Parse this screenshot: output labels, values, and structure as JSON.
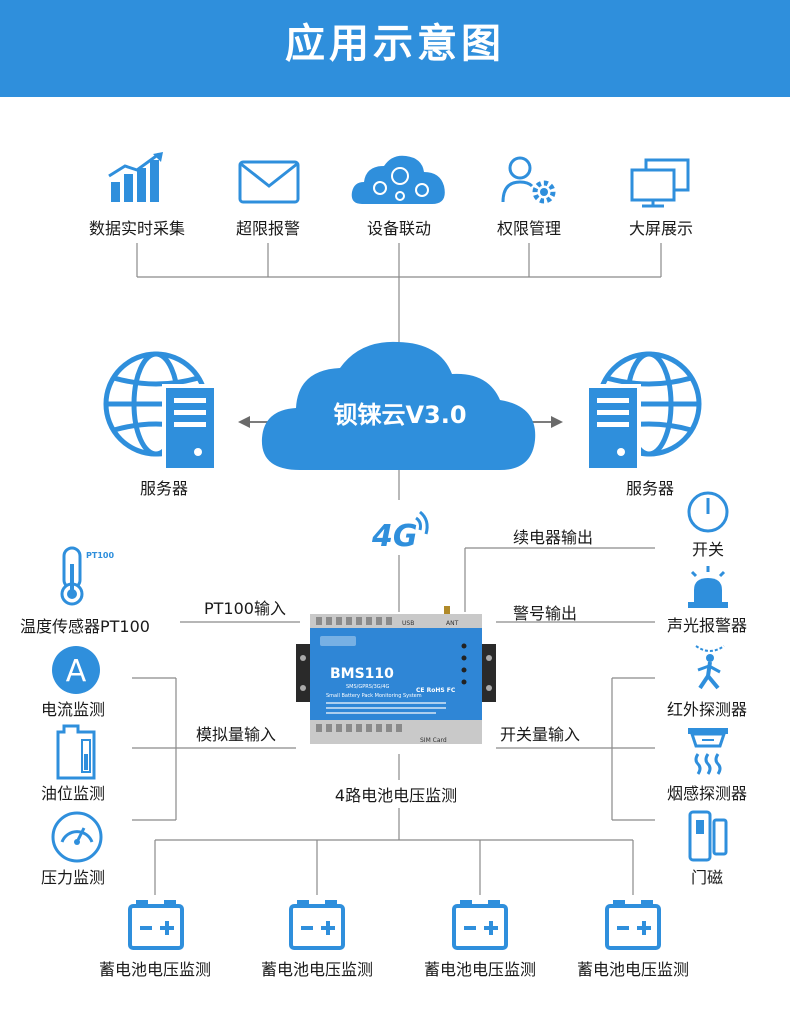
{
  "title": "应用示意图",
  "top_features": [
    {
      "label": "数据实时采集",
      "icon": "bar-chart-rising-icon"
    },
    {
      "label": "超限报警",
      "icon": "envelope-icon"
    },
    {
      "label": "设备联动",
      "icon": "gear-cloud-icon"
    },
    {
      "label": "权限管理",
      "icon": "user-gear-icon"
    },
    {
      "label": "大屏展示",
      "icon": "dual-monitor-icon"
    }
  ],
  "cloud": {
    "label": "钡铼云V3.0"
  },
  "servers": [
    {
      "label": "服务器"
    },
    {
      "label": "服务器"
    }
  ],
  "network": {
    "label": "4G"
  },
  "device": {
    "model": "BMS110",
    "subtitle": "SMS/GPRS/3G/4G",
    "name": "Small Battery Pack Monitoring System",
    "usb": "USB",
    "ant": "ANT",
    "sim": "SIM Card",
    "cert": "CE RoHS FC"
  },
  "left_inputs": [
    {
      "label": "温度传感器PT100",
      "icon": "thermometer-icon",
      "tag": "PT100"
    },
    {
      "label": "电流监测",
      "icon": "ammeter-icon",
      "letter": "A"
    },
    {
      "label": "油位监测",
      "icon": "oil-tank-icon"
    },
    {
      "label": "压力监测",
      "icon": "pressure-gauge-icon"
    }
  ],
  "right_outputs": [
    {
      "label": "开关",
      "icon": "power-button-icon"
    },
    {
      "label": "声光报警器",
      "icon": "alarm-siren-icon"
    },
    {
      "label": "红外探测器",
      "icon": "infrared-detector-icon"
    },
    {
      "label": "烟感探测器",
      "icon": "smoke-detector-icon"
    },
    {
      "label": "门磁",
      "icon": "door-magnet-icon"
    }
  ],
  "connectors": {
    "pt100_input": "PT100输入",
    "analog_input": "模拟量输入",
    "relay_output": "续电器输出",
    "alarm_output": "警号输出",
    "switch_input": "开关量输入",
    "battery_voltage": "4路电池电压监测"
  },
  "batteries": [
    {
      "label": "蓄电池电压监测",
      "icon": "battery-icon"
    },
    {
      "label": "蓄电池电压监测",
      "icon": "battery-icon"
    },
    {
      "label": "蓄电池电压监测",
      "icon": "battery-icon"
    },
    {
      "label": "蓄电池电压监测",
      "icon": "battery-icon"
    }
  ],
  "colors": {
    "brand": "#2f8fdc",
    "line": "#8a8a8a",
    "text": "#1a1a1a"
  }
}
